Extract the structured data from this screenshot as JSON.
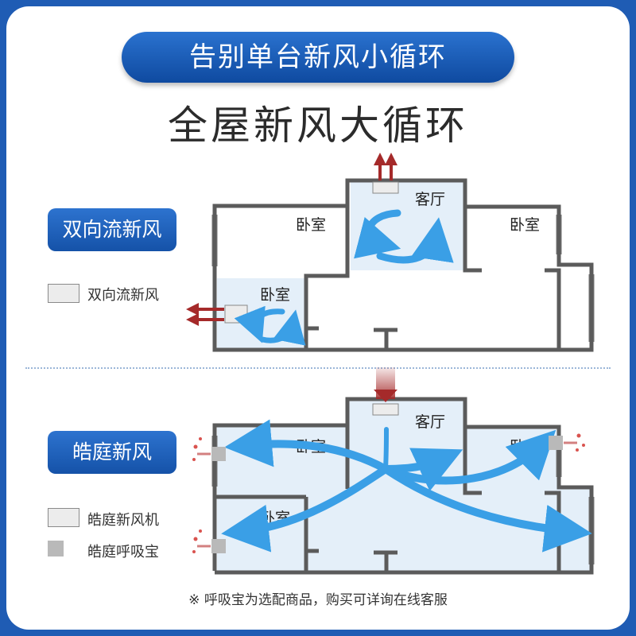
{
  "header": {
    "pill_text": "告别单台新风小循环",
    "main_title": "全屋新风大循环"
  },
  "top_section": {
    "badge": "双向流新风",
    "legend": [
      {
        "label": "双向流新风",
        "swatch": "device-box"
      }
    ],
    "rooms": {
      "living": "客厅",
      "bedroom_left": "卧室",
      "bedroom_right": "卧室",
      "bedroom_small": "卧室"
    }
  },
  "bottom_section": {
    "badge": "皓庭新风",
    "legend": [
      {
        "label": "皓庭新风机",
        "swatch": "device-box"
      },
      {
        "label": "皓庭呼吸宝",
        "swatch": "small-gray-box"
      }
    ],
    "rooms": {
      "living": "客厅",
      "bedroom_left": "卧室",
      "bedroom_right": "卧室",
      "bedroom_small": "卧室"
    }
  },
  "footnote": "※  呼吸宝为选配商品，购买可详询在线客服",
  "colors": {
    "frame_blue": "#1f5cb4",
    "wall_gray": "#5b5b5b",
    "airflow_blue": "#3a9fe6",
    "room_tint": "#e4eff9",
    "exhaust_red": "#a52a2a"
  }
}
